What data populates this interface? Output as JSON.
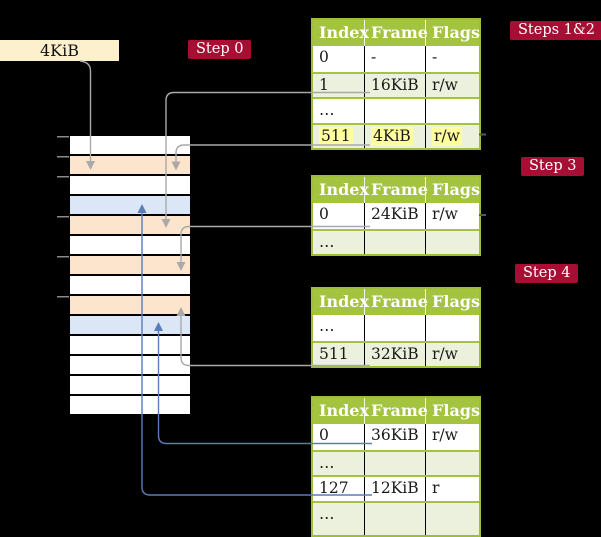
{
  "frame_size_label": "4KiB",
  "step_labels": {
    "step0": "Step 0",
    "steps12": "Steps 1&2",
    "step3": "Step 3",
    "step4": "Step 4"
  },
  "memory": {
    "description_rows": 14,
    "rows": [
      {
        "color": "#ffffff"
      },
      {
        "color": "#fde5cd"
      },
      {
        "color": "#ffffff"
      },
      {
        "color": "#dbe7f6"
      },
      {
        "color": "#fde5cd"
      },
      {
        "color": "#ffffff"
      },
      {
        "color": "#fde5cd"
      },
      {
        "color": "#ffffff"
      },
      {
        "color": "#fde5cd"
      },
      {
        "color": "#dbe7f6"
      },
      {
        "color": "#ffffff"
      },
      {
        "color": "#ffffff"
      },
      {
        "color": "#ffffff"
      },
      {
        "color": "#ffffff"
      }
    ]
  },
  "page_tables": [
    {
      "columns": [
        "Index",
        "Frame",
        "Flags"
      ],
      "rows": [
        {
          "index": "0",
          "frame": "-",
          "flags": "-"
        },
        {
          "index": "1",
          "frame": "16KiB",
          "flags": "r/w"
        },
        {
          "index": "…",
          "frame": "",
          "flags": ""
        },
        {
          "index": "511",
          "frame": "4KiB",
          "flags": "r/w"
        }
      ]
    },
    {
      "columns": [
        "Index",
        "Frame",
        "Flags"
      ],
      "rows": [
        {
          "index": "0",
          "frame": "24KiB",
          "flags": "r/w"
        },
        {
          "index": "…",
          "frame": "",
          "flags": ""
        }
      ]
    },
    {
      "columns": [
        "Index",
        "Frame",
        "Flags"
      ],
      "rows": [
        {
          "index": "…",
          "frame": "",
          "flags": ""
        },
        {
          "index": "511",
          "frame": "32KiB",
          "flags": "r/w"
        }
      ]
    },
    {
      "columns": [
        "Index",
        "Frame",
        "Flags"
      ],
      "rows": [
        {
          "index": "0",
          "frame": "36KiB",
          "flags": "r/w"
        },
        {
          "index": "…",
          "frame": "",
          "flags": ""
        },
        {
          "index": "127",
          "frame": "12KiB",
          "flags": "r"
        },
        {
          "index": "…",
          "frame": "",
          "flags": ""
        }
      ]
    }
  ],
  "colors": {
    "background": "#000000",
    "label_red": "#a60f33",
    "label_cream": "#fcf0cd",
    "table_header_green": "#a4c33f",
    "table_border_green": "#9fbc3a",
    "row_shaded_green": "#ebf1dd",
    "row_white": "#ffffff",
    "highlight_yellow": "#ffff9e",
    "mem_peach": "#fde5cd",
    "mem_blue": "#dbe7f6",
    "line_gray": "#a9a9a9",
    "line_blue": "#5b7cb8",
    "tick_gray": "#8a8a8a",
    "edge_mark": "#5a5a5a"
  }
}
